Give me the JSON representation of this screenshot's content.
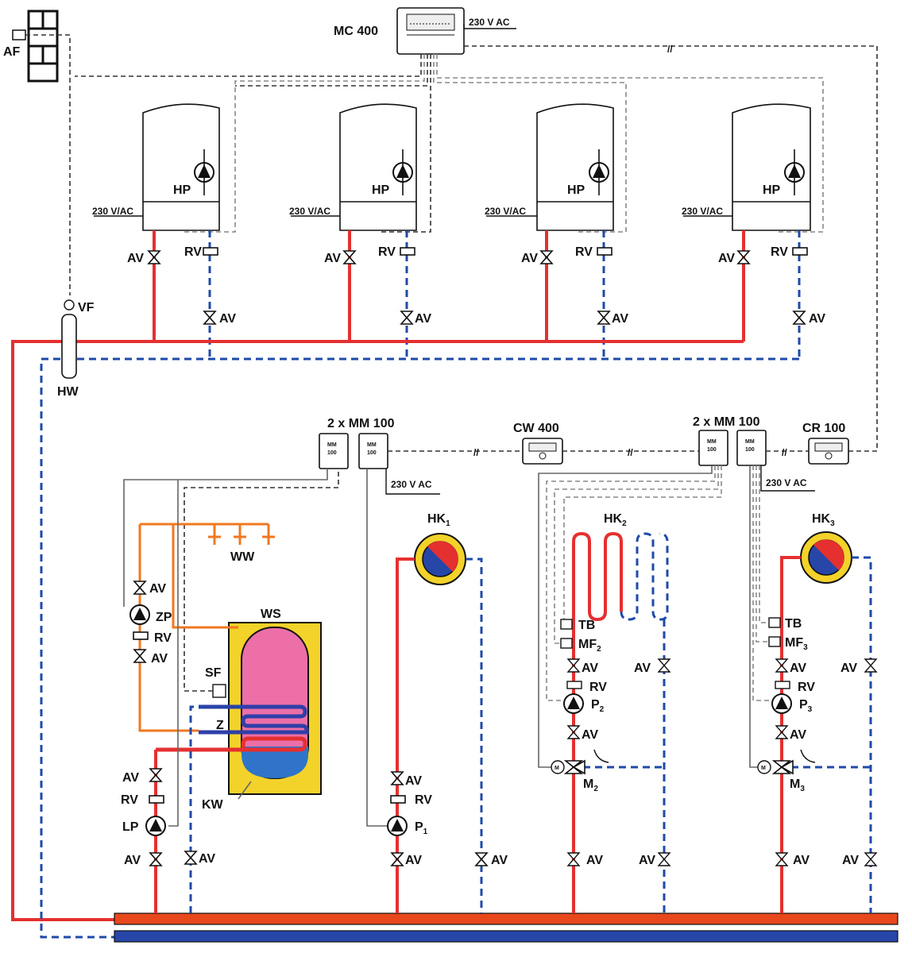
{
  "labels": {
    "af": "AF",
    "mc400": "MC 400",
    "mains": "230 V AC",
    "boiler_mains": "230 V/AC",
    "hp": "HP",
    "av": "AV",
    "rv": "RV",
    "vf": "VF",
    "hw": "HW",
    "mm_group": "2 x MM 100",
    "mm": "MM",
    "mm_num": "100",
    "cw400": "CW 400",
    "cr100": "CR 100",
    "hk": "HK",
    "ww": "WW",
    "ws": "WS",
    "zp": "ZP",
    "sf": "SF",
    "z": "Z",
    "kw": "KW",
    "lp": "LP",
    "p": "P",
    "tb": "TB",
    "mf": "MF",
    "m": "M",
    "motor": "M",
    "sub1": "1",
    "sub2": "2",
    "sub3": "3"
  },
  "colors": {
    "flow": "#e53030",
    "return": "#1f4aa8",
    "dhw": "#f07820",
    "tank_outer": "#f3d22a",
    "tank_hot": "#ec6fa8",
    "tank_cold": "#2f74c8",
    "header_red": "#e8471c",
    "header_blue": "#2646a8"
  }
}
